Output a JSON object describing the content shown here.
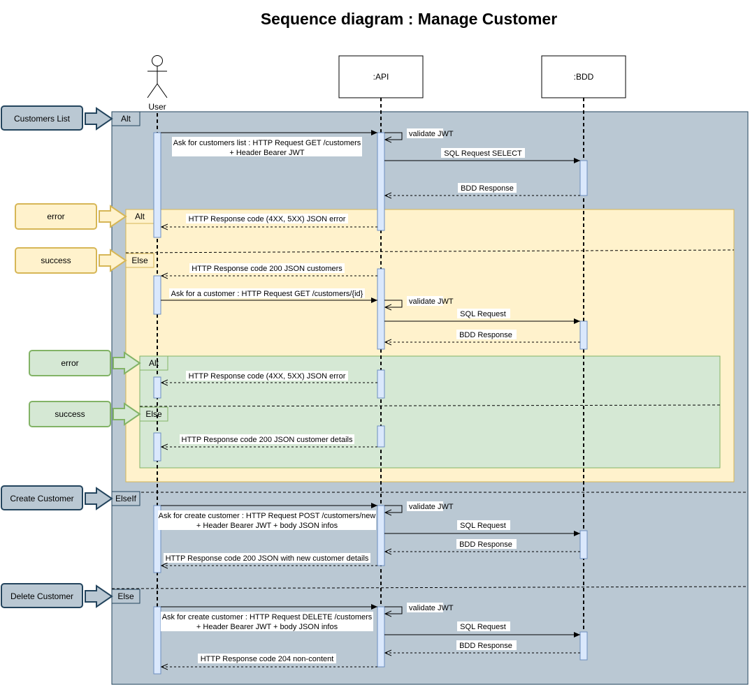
{
  "title": "Sequence diagram : Manage Customer",
  "colors": {
    "outer_fragment": "#bac8d3",
    "outer_border": "#23445d",
    "inner_fragment": "#fff2cc",
    "inner_border": "#d6b656",
    "nested_fragment": "#d5e8d4",
    "nested_border": "#82b366",
    "activation": "#dae8fc",
    "activation_border": "#6c8ebf"
  },
  "participants": {
    "user": "User",
    "api": ":API",
    "bdd": ":BDD"
  },
  "side_labels": {
    "customers_list": "Customers List",
    "error_1": "error",
    "success_1": "success",
    "error_2": "error",
    "success_2": "success",
    "create_customer": "Create Customer",
    "delete_customer": "Delete Customer"
  },
  "operators": {
    "alt_outer": "Alt",
    "alt_inner": "Alt",
    "else_inner": "Else",
    "alt_nested": "Alt",
    "else_nested": "Else",
    "elseif_outer": "ElseIf",
    "else_outer": "Else"
  },
  "messages": {
    "m1_line1": "Ask for customers list : HTTP Request GET /customers",
    "m1_line2": "+ Header Bearer JWT",
    "m2": "validate JWT",
    "m3": "SQL Request SELECT",
    "m4": "BDD Response",
    "m5": "HTTP Response code (4XX, 5XX) JSON error",
    "m6": "HTTP Response code 200 JSON customers",
    "m7": "Ask for a customer : HTTP Request GET /customers/{id}",
    "m8": "validate JWT",
    "m9": "SQL Request",
    "m10": "BDD Response",
    "m11": "HTTP Response code (4XX, 5XX) JSON error",
    "m12": "HTTP Response code 200 JSON customer details",
    "m13_line1": "Ask for create customer : HTTP Request POST /customers/new",
    "m13_line2": "+ Header Bearer JWT + body JSON infos",
    "m14": "validate JWT",
    "m15": "SQL Request",
    "m16": "BDD Response",
    "m17": "HTTP Response code 200 JSON with new customer details",
    "m18_line1": "Ask for create customer : HTTP Request DELETE /customers",
    "m18_line2": "+ Header Bearer JWT + body JSON infos",
    "m19": "validate JWT",
    "m20": "SQL Request",
    "m21": "BDD Response",
    "m22": "HTTP Response code 204 non-content"
  }
}
